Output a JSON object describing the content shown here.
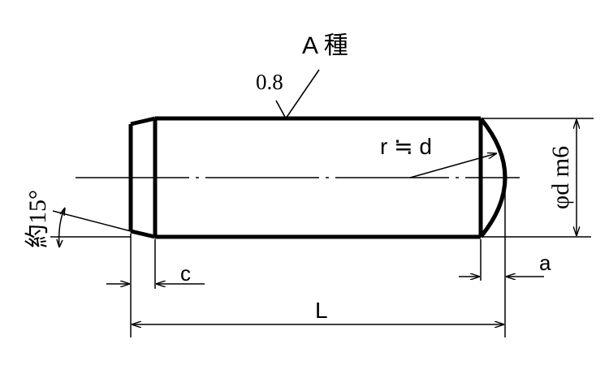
{
  "title": "A 種",
  "surface_roughness": "0.8",
  "radius_label": "r ≒ d",
  "diameter_label": "φd m6",
  "angle_label": "約15°",
  "dims": {
    "c": "c",
    "a": "a",
    "L": "L"
  },
  "colors": {
    "line": "#000000",
    "background": "#ffffff"
  }
}
